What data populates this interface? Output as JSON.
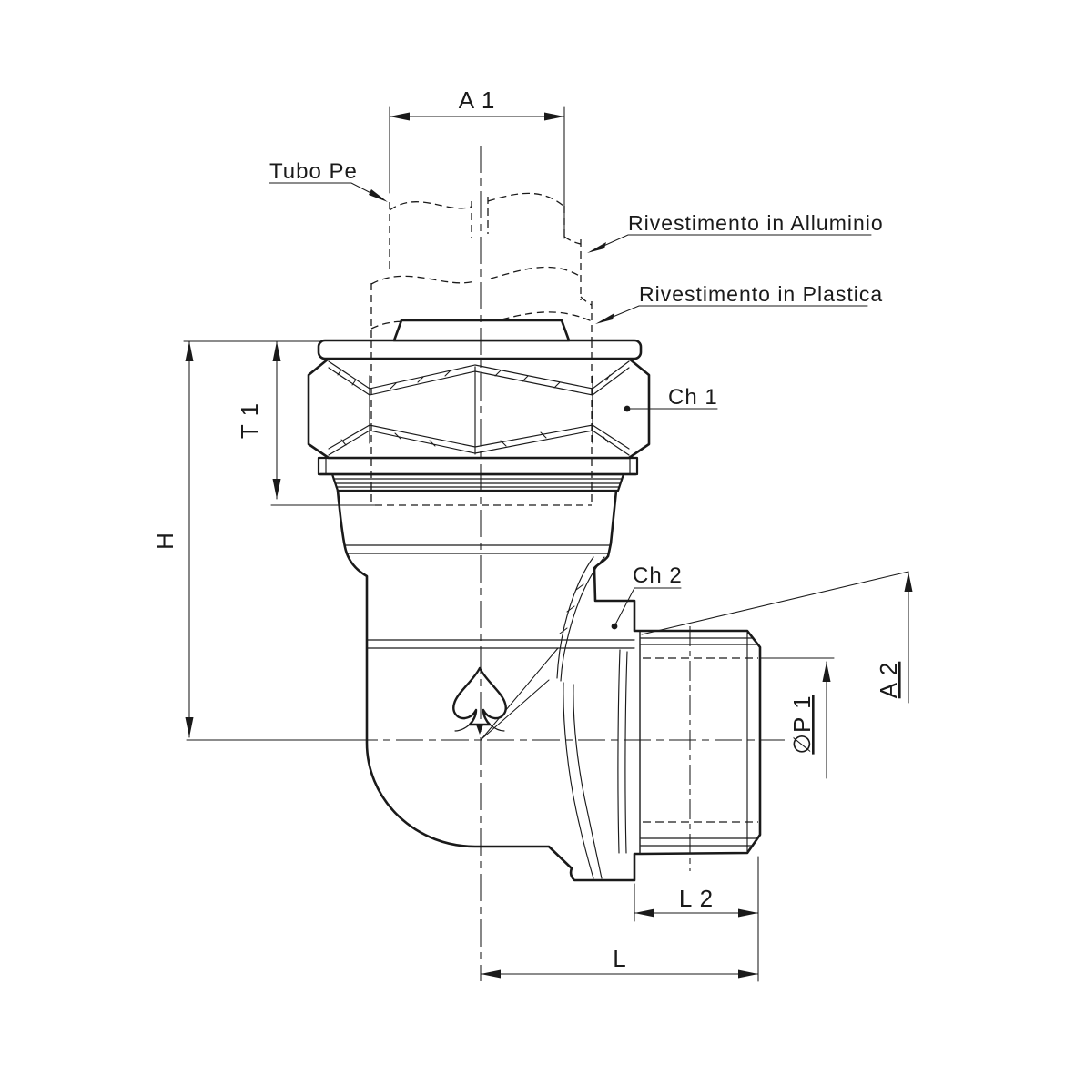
{
  "drawing": {
    "type": "technical-drawing",
    "subject": "elbow-pipe-fitting-with-compression-nut",
    "colors": {
      "ink": "#1a1a1a",
      "paper": "#ffffff"
    },
    "annotations": {
      "tubo_pe": "Tubo Pe",
      "rivestimento_alluminio": "Rivestimento in Alluminio",
      "rivestimento_plastica": "Rivestimento in Plastica",
      "ch1": "Ch 1",
      "ch2": "Ch 2"
    },
    "dimensions": {
      "a1": "A 1",
      "t1": "T 1",
      "h": "H",
      "a2": "A 2",
      "p1": "∅P 1",
      "l2": "L 2",
      "l": "L"
    }
  }
}
